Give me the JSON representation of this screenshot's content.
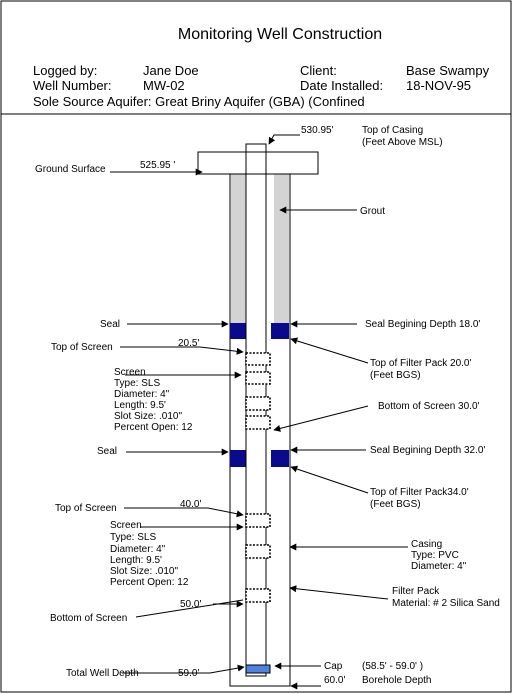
{
  "header": {
    "title": "Monitoring Well Construction",
    "logged_by_label": "Logged by:",
    "logged_by": "Jane Doe",
    "client_label": "Client:",
    "client": "Base Swampy",
    "well_number_label": "Well Number:",
    "well_number": "MW-02",
    "date_installed_label": "Date Installed:",
    "date_installed": "18-NOV-95",
    "aquifer_line": "Sole Source Aquifer:  Great Briny Aquifer (GBA) (Confined"
  },
  "diagram": {
    "top_of_casing_value": "530.95'",
    "top_of_casing_label": "Top of Casing",
    "top_of_casing_sub": "(Feet Above MSL)",
    "ground_surface_label": "Ground Surface",
    "ground_surface_value": "525.95 '",
    "grout_label": "Grout",
    "seal1_left": "Seal",
    "seal1_right": "Seal Begining Depth 18.0'",
    "top_of_screen1_label": "Top of Screen",
    "top_of_screen1_value": "20.5'",
    "top_filter_pack1": "Top of Filter Pack  20.0'",
    "top_filter_pack1_sub": "(Feet BGS)",
    "screen1": [
      "Screen",
      "Type:  SLS",
      "Diameter: 4\"",
      "Length:  9.5'",
      "Slot Size:  .010\"",
      "Percent Open:  12"
    ],
    "bottom_of_screen1": "Bottom of Screen  30.0'",
    "seal2_left": "Seal",
    "seal2_right": "Seal Begining Depth 32.0'",
    "top_filter_pack2": "Top of Filter Pack34.0'",
    "top_filter_pack2_sub": "(Feet BGS)",
    "top_of_screen2_label": "Top of Screen",
    "top_of_screen2_value": "40.0'",
    "screen2": [
      "Screen",
      "Type:  SLS",
      "Diameter:  4\"",
      "Length:  9.5'",
      "Slot Size:  .010\"",
      "Percent Open:  12"
    ],
    "casing": [
      "Casing",
      "Type:  PVC",
      "Diameter:  4\""
    ],
    "bottom_of_screen2_value": "50.0'",
    "bottom_of_screen2_label": "Bottom of Screen",
    "filter_pack": [
      "Filter Pack",
      "Material:  # 2 Silica Sand"
    ],
    "total_depth_label": "Total Well Depth",
    "total_depth_value": "59.0'",
    "cap_label": "Cap",
    "cap_value": "(58.5' - 59.0' )",
    "borehole_value": "60.0'",
    "borehole_label": "Borehole Depth"
  },
  "colors": {
    "grout": "#d3d3d3",
    "seal": "#0a0a8c",
    "cap": "#4f81e0"
  }
}
